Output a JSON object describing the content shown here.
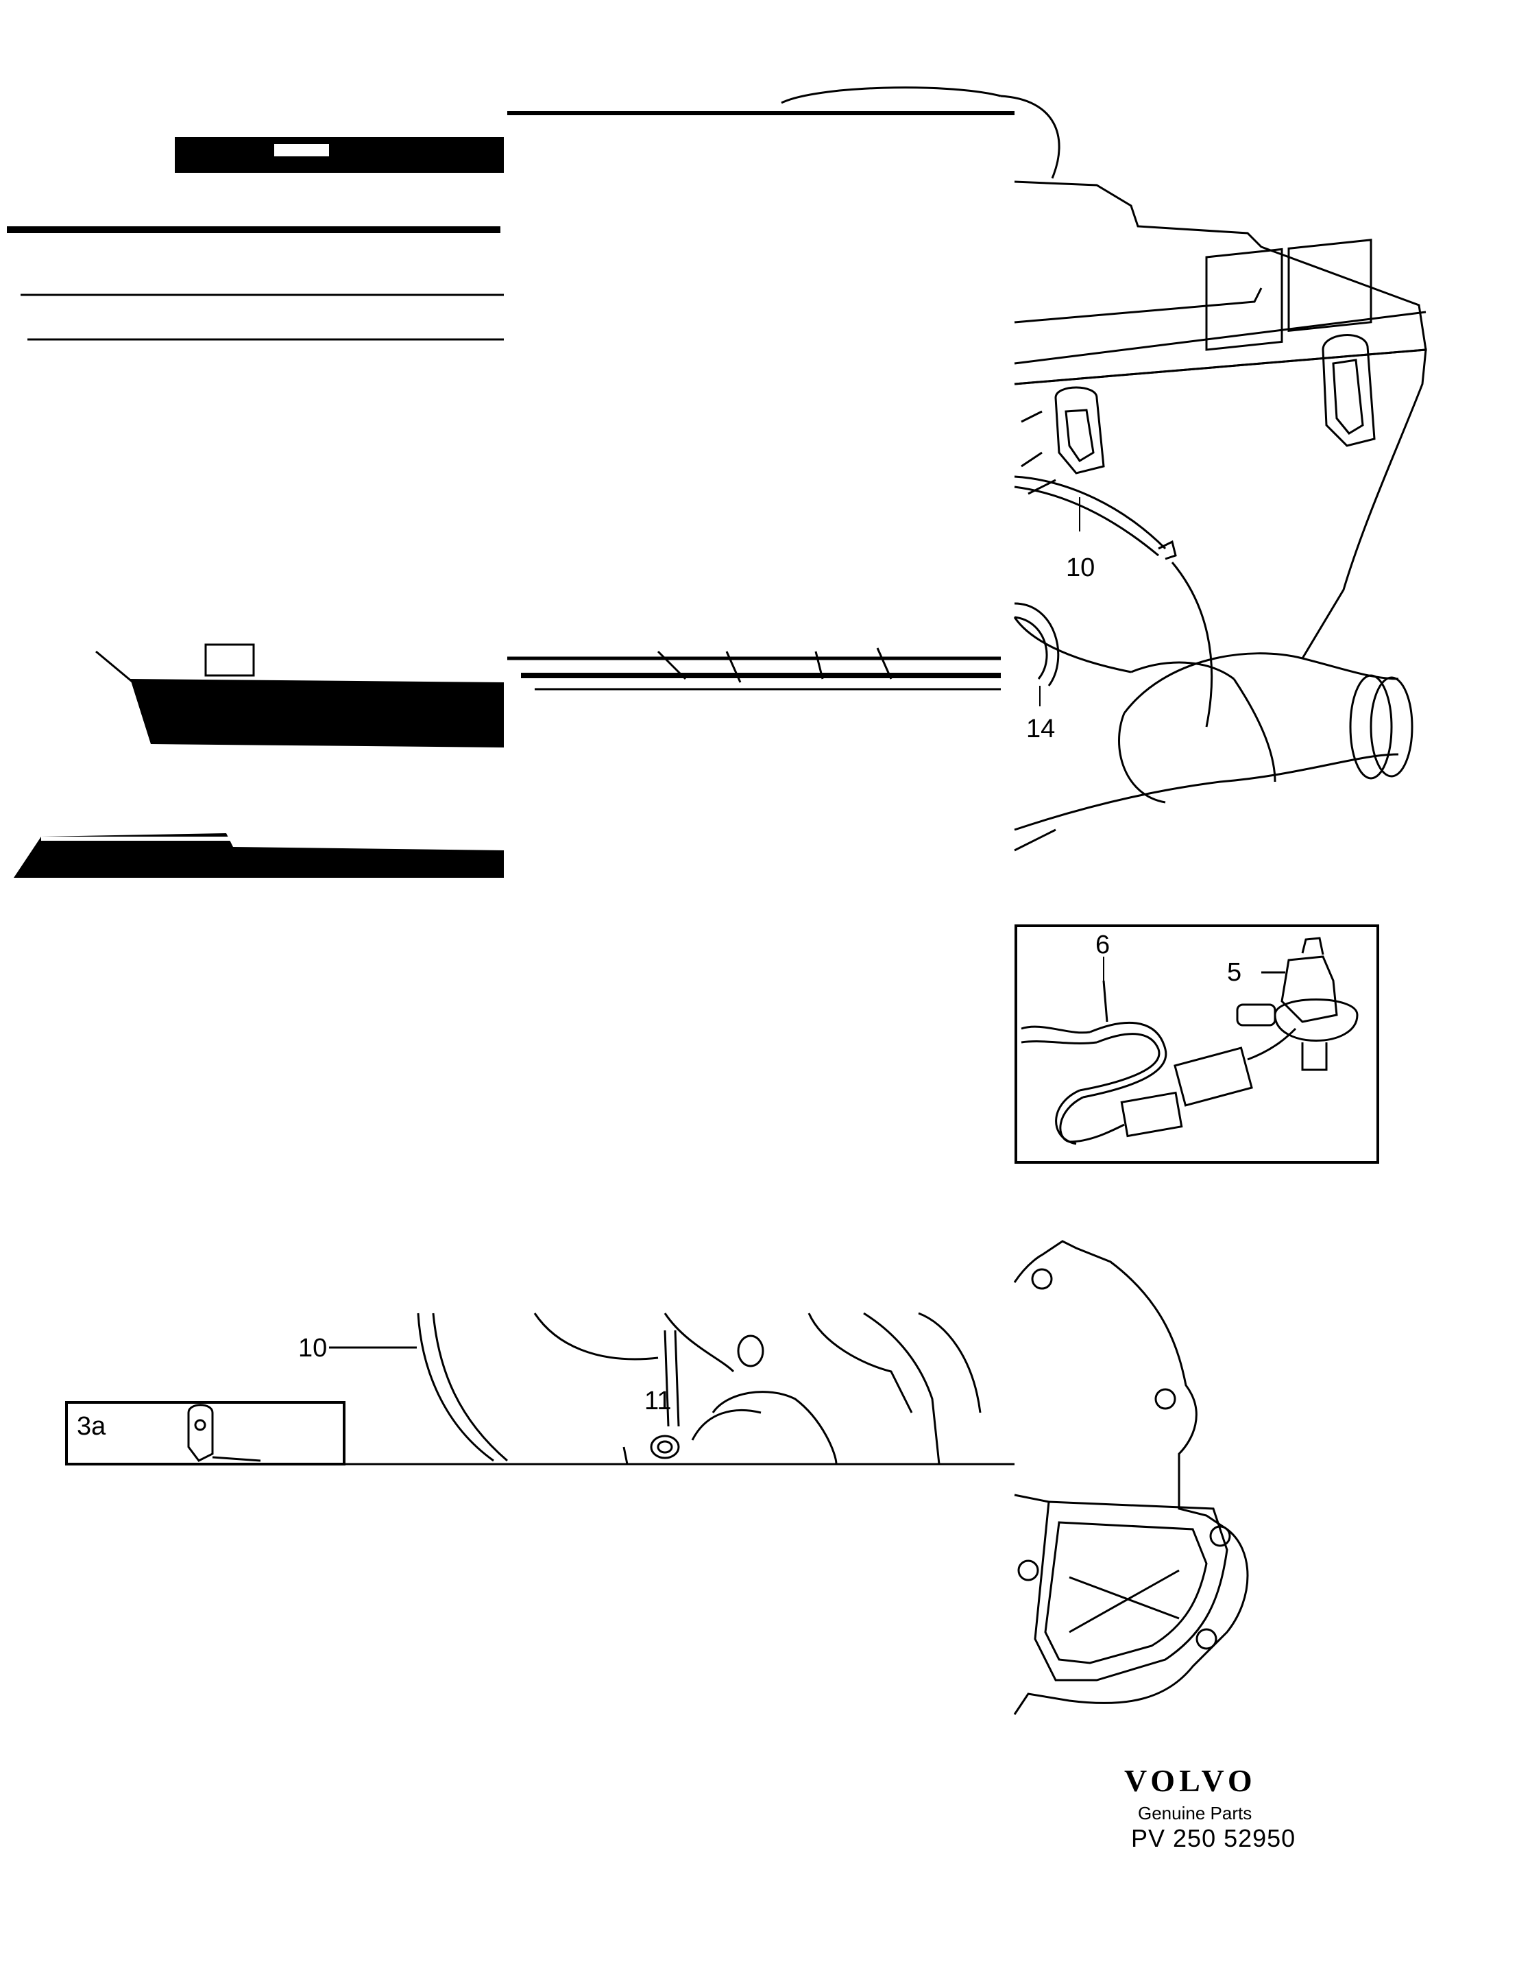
{
  "callouts": {
    "c10_top": "10",
    "c14": "14",
    "c6": "6",
    "c5": "5",
    "c10_bottom": "10",
    "c11": "11"
  },
  "inset": {
    "label": "3a"
  },
  "brand": {
    "logo": "VOLVO",
    "subtitle": "Genuine Parts",
    "code": "PV 250 52950"
  },
  "colors": {
    "ink": "#000000",
    "paper": "#ffffff"
  }
}
